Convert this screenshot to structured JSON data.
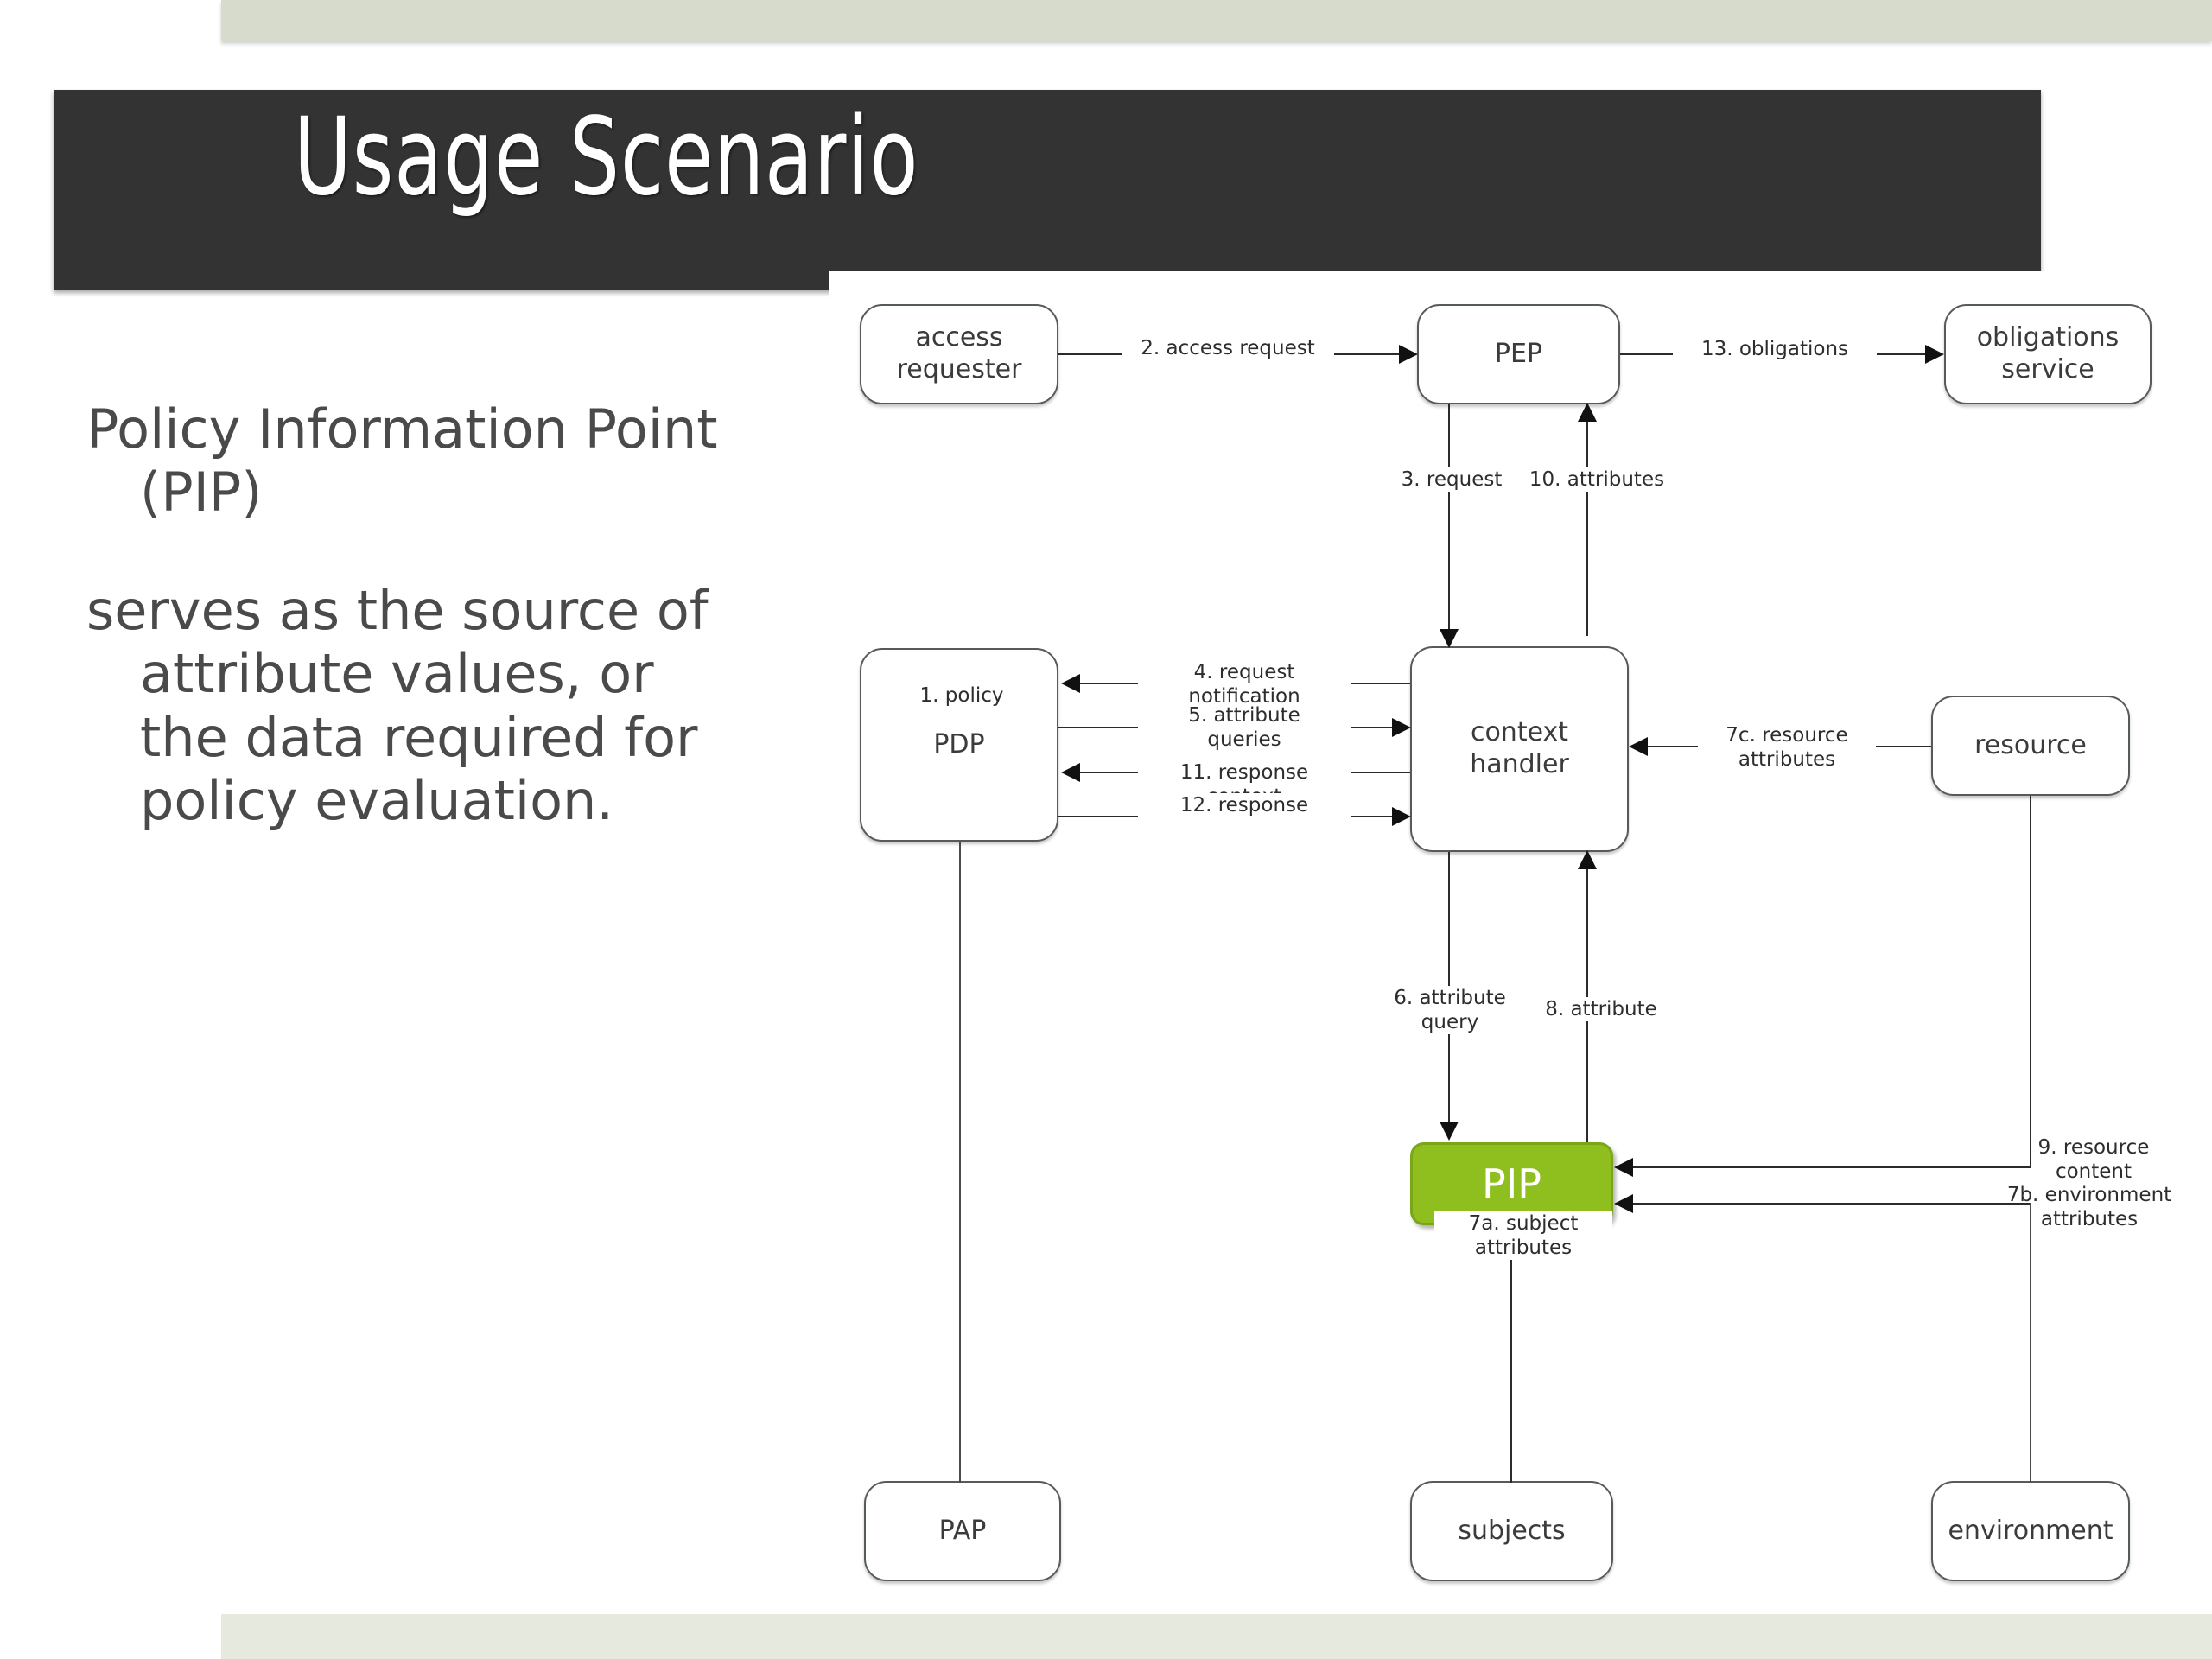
{
  "slide": {
    "title": "Usage Scenario",
    "body_paragraphs": [
      {
        "lead": "Policy Information Point",
        "rest": "(PIP)"
      },
      {
        "lead": "serves as the source of",
        "rest": "attribute values, or\nthe data required for\npolicy evaluation."
      }
    ]
  },
  "theme": {
    "band_color": "#d7dbcb",
    "band_bottom_color": "#e6e9dd",
    "title_bar_color": "#333333",
    "title_text_color": "#ffffff",
    "body_text_color": "#4a4a4a",
    "node_border_color": "#555a5c",
    "pip_fill": "#8fbf1e",
    "pip_border": "#7ba618",
    "pip_text_color": "#ffffff",
    "connector_color": "#2b2b2b"
  },
  "diagram": {
    "type": "flow",
    "nodes": [
      {
        "id": "access-requester",
        "label": "access\nrequester"
      },
      {
        "id": "pep",
        "label": "PEP"
      },
      {
        "id": "obligations-service",
        "label": "obligations\nservice"
      },
      {
        "id": "pdp",
        "label": "PDP"
      },
      {
        "id": "context-handler",
        "label": "context\nhandler"
      },
      {
        "id": "resource",
        "label": "resource"
      },
      {
        "id": "pip",
        "label": "PIP",
        "highlighted": true
      },
      {
        "id": "pap",
        "label": "PAP"
      },
      {
        "id": "subjects",
        "label": "subjects"
      },
      {
        "id": "environment",
        "label": "environment"
      }
    ],
    "edges": [
      {
        "id": "e1",
        "label": "1. policy",
        "from": "pap",
        "to": "pdp"
      },
      {
        "id": "e2",
        "label": "2. access request",
        "from": "access-requester",
        "to": "pep"
      },
      {
        "id": "e3",
        "label": "3. request",
        "from": "pep",
        "to": "context-handler"
      },
      {
        "id": "e4",
        "label": "4. request\nnotification",
        "from": "context-handler",
        "to": "pdp"
      },
      {
        "id": "e5",
        "label": "5. attribute\nqueries",
        "from": "pdp",
        "to": "context-handler"
      },
      {
        "id": "e6",
        "label": "6. attribute\nquery",
        "from": "context-handler",
        "to": "pip"
      },
      {
        "id": "e7a",
        "label": "7a. subject\nattributes",
        "from": "subjects",
        "to": "pip"
      },
      {
        "id": "e7b",
        "label": "7b. environment\nattributes",
        "from": "environment",
        "to": "pip"
      },
      {
        "id": "e7c",
        "label": "7c. resource\nattributes",
        "from": "resource",
        "to": "pip"
      },
      {
        "id": "e8",
        "label": "8. attribute",
        "from": "pip",
        "to": "context-handler"
      },
      {
        "id": "e9",
        "label": "9. resource\ncontent",
        "from": "resource",
        "to": "context-handler"
      },
      {
        "id": "e10",
        "label": "10. attributes",
        "from": "context-handler",
        "to": "pdp"
      },
      {
        "id": "e11",
        "label": "11. response\ncontext",
        "from": "pdp",
        "to": "context-handler"
      },
      {
        "id": "e12",
        "label": "12. response",
        "from": "context-handler",
        "to": "pep"
      },
      {
        "id": "e13",
        "label": "13. obligations",
        "from": "pep",
        "to": "obligations-service"
      }
    ]
  }
}
